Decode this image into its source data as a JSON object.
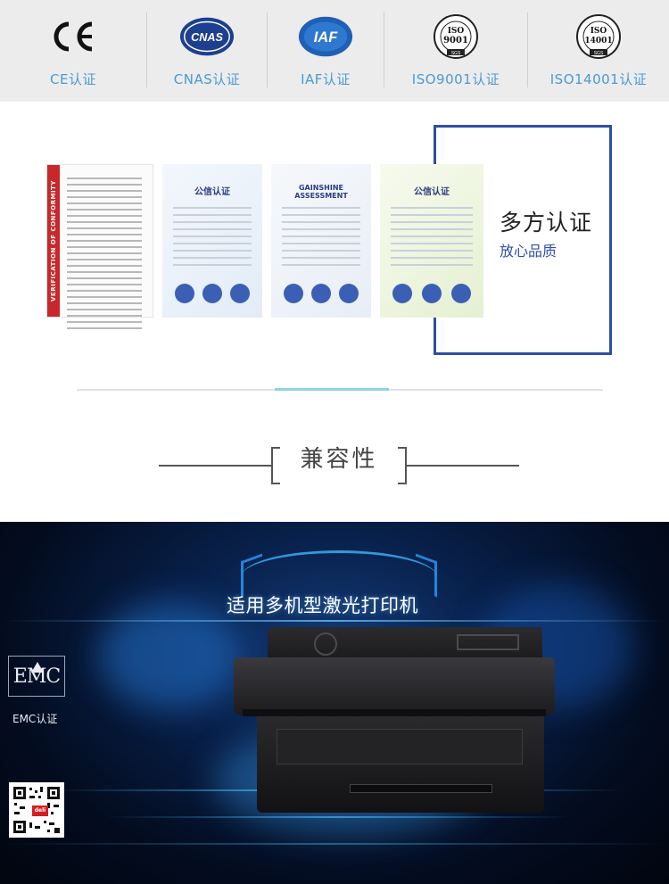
{
  "certifications": [
    {
      "id": "ce",
      "label": "CE认证",
      "logo_text": "CE"
    },
    {
      "id": "cnas",
      "label": "CNAS认证",
      "logo_text": "CNAS"
    },
    {
      "id": "iaf",
      "label": "IAF认证",
      "logo_text": "IAF"
    },
    {
      "id": "iso9001",
      "label": "ISO9001认证",
      "logo_text": "ISO 9001",
      "mark": "SGS"
    },
    {
      "id": "iso14001",
      "label": "ISO14001认证",
      "logo_text": "ISO 14001",
      "mark": "SGS"
    }
  ],
  "certificates_section": {
    "title": "多方认证",
    "subtitle": "放心品质",
    "documents": [
      {
        "id": "ce-verification",
        "banner_text": "VERIFICATION OF CONFORMITY"
      },
      {
        "id": "quality-cert-1",
        "heading": "公信认证"
      },
      {
        "id": "quality-cert-2",
        "heading": "GAINSHINE ASSESSMENT"
      },
      {
        "id": "quality-cert-3",
        "heading": "公信认证"
      }
    ]
  },
  "compatibility": {
    "title": "兼容性"
  },
  "banner": {
    "title": "适用多机型激光打印机",
    "emc_logo_text": "EMC",
    "emc_label": "EMC认证",
    "qr_badge": "deli"
  },
  "colors": {
    "strip_bg": "#ececec",
    "label_blue": "#4b9ad4",
    "frame_blue": "#2f4fa6",
    "accent_cyan": "#8fd3e4",
    "banner_dark": "#030c1f",
    "brand_red": "#d21f26"
  }
}
